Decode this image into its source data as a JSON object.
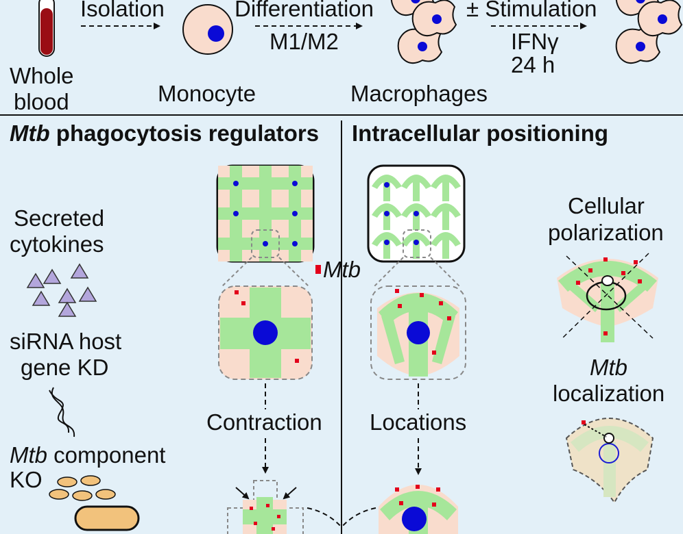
{
  "top_row": {
    "isolation": "Isolation",
    "whole_blood_line1": "Whole",
    "whole_blood_line2": "blood",
    "differentiation": "Differentiation",
    "m1m2": "M1/M2",
    "monocyte": "Monocyte",
    "macrophages": "Macrophages",
    "stimulation": "± Stimulation",
    "ifn": "IFNγ",
    "duration": "24 h"
  },
  "left_panel": {
    "title_italic": "Mtb",
    "title_rest": " phagocytosis regulators",
    "secreted_line1": "Secreted",
    "secreted_line2": "cytokines",
    "sirna_line1": "siRNA host",
    "sirna_line2": "gene KD",
    "component_italic": "Mtb",
    "component_rest": " component",
    "ko": "KO",
    "contraction": "Contraction"
  },
  "mtb_legend": "Mtb",
  "right_panel": {
    "title": "Intracellular positioning",
    "locations": "Locations",
    "polarization_line1": "Cellular",
    "polarization_line2": "polarization",
    "localization_italic": "Mtb",
    "localization_line2": "localization"
  },
  "colors": {
    "background": "#e3f0f8",
    "cell_green": "#a6e69a",
    "cell_pink": "#f9dccd",
    "nucleus_blue": "#0a0ad6",
    "mtb_red": "#e3001b",
    "cytokine_purple": "#b3a6dc",
    "bacteria_orange": "#f2c27c",
    "blood_red": "#9a0d14"
  }
}
